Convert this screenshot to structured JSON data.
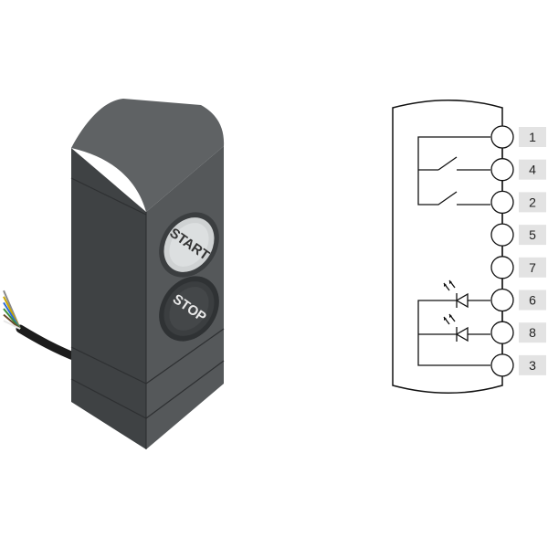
{
  "product": {
    "start_button_label": "START",
    "stop_button_label": "STOP",
    "colors": {
      "housing": "#4a4d4f",
      "housing_dark": "#3a3c3e",
      "housing_light": "#5d6062",
      "start_button": "#cfd2d3",
      "stop_button": "#3b3e40",
      "cable": "#1c1c1c"
    },
    "wire_colors": [
      "#8a8a8a",
      "#c9a800",
      "#2a6ad8",
      "#3a8d3a",
      "#6a4a2a",
      "#e8e8e8"
    ]
  },
  "schematic": {
    "pins": [
      "1",
      "4",
      "2",
      "5",
      "7",
      "6",
      "8",
      "3"
    ],
    "pin_badge_color": "#e3e3e3",
    "line_color": "#111111"
  }
}
